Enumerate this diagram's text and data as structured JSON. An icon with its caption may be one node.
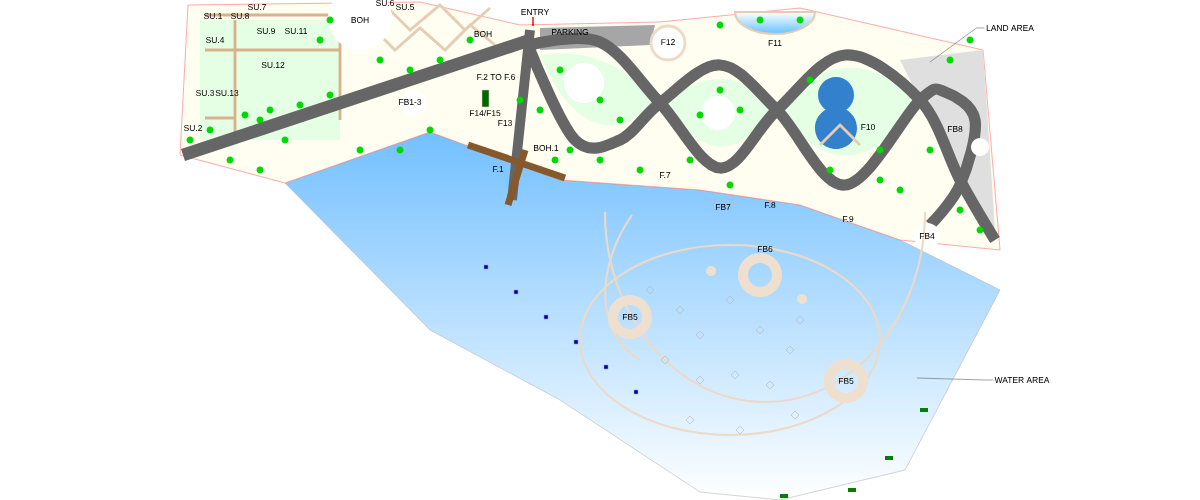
{
  "diagram": {
    "nodes": [
      {
        "text": [
          "LAND AREA"
        ]
      },
      {
        "text": [
          "WATER AREA"
        ]
      }
    ],
    "edges": [
      {
        "from": 0,
        "to": null,
        "arrow": "none"
      },
      {
        "from": 1,
        "to": null,
        "arrow": "none"
      }
    ],
    "labels": [
      "SU.6",
      "SU.7",
      "SU.5",
      "SU.1",
      "SU.8",
      "BOH",
      "SU.9",
      "SU.11",
      "ENTRY",
      "BOH",
      "PARKING",
      "F12",
      "F11",
      "SU.4",
      "SU.12",
      "F.2 TO F.6",
      "SU.3",
      "SU.13",
      "FB1-3",
      "F14/F15",
      "F13",
      "SU.2",
      "F10",
      "FB8",
      "BOH.1",
      "F.1",
      "F.7",
      "FB7",
      "F.8",
      "F.9",
      "FB4",
      "FB6",
      "FB5",
      "FB5"
    ]
  }
}
